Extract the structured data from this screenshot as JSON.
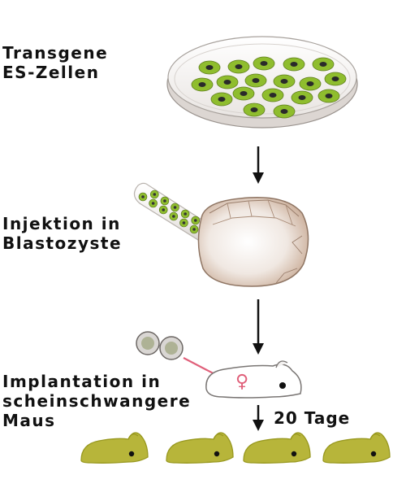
{
  "steps": [
    {
      "label_lines": [
        "Transgene",
        "ES-Zellen"
      ]
    },
    {
      "label_lines": [
        "Injektion in",
        "Blastozyste"
      ]
    },
    {
      "label_lines": [
        "Implantation in",
        "scheinschwangere",
        "Maus"
      ]
    }
  ],
  "duration_label": "20 Tage",
  "female_symbol": "♀",
  "colors": {
    "es_cell": "#8fbd2e",
    "es_cell_nucleus": "#2a2a2a",
    "dish_rim": "#c9c2bd",
    "blastocyst": "#c9a98f",
    "mouse_offspring": "#b7b53a",
    "mouse_offspring_dark": "#98981f",
    "arrow": "#111111",
    "implant_arrow": "#e0607a"
  }
}
